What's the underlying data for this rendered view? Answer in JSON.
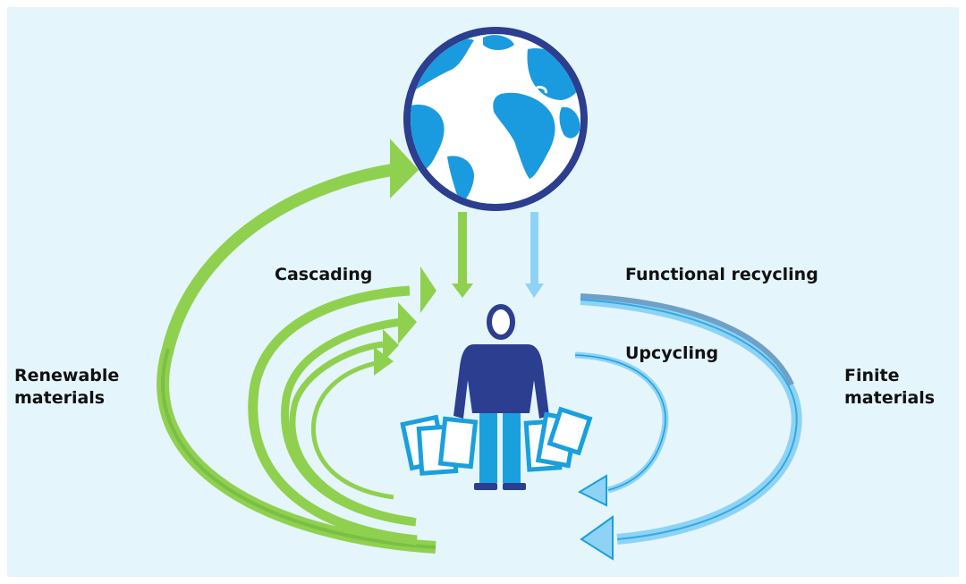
{
  "labels": {
    "cascading": "Cascading",
    "functional_recycling": "Functional recycling",
    "upcycling": "Upcycling",
    "renewable_line1": "Renewable",
    "renewable_line2": "materials",
    "finite_line1": "Finite",
    "finite_line2": "materials"
  },
  "icons": {
    "globe": "globe-icon",
    "person": "shopper-icon"
  },
  "colors": {
    "background": "#e5f5fc",
    "green": "#8fd14f",
    "green_dark": "#6cb33f",
    "blue_light": "#8ed3f5",
    "blue": "#1aa0dc",
    "navy": "#2c3e8f",
    "globe_ocean": "#1a9be0"
  }
}
